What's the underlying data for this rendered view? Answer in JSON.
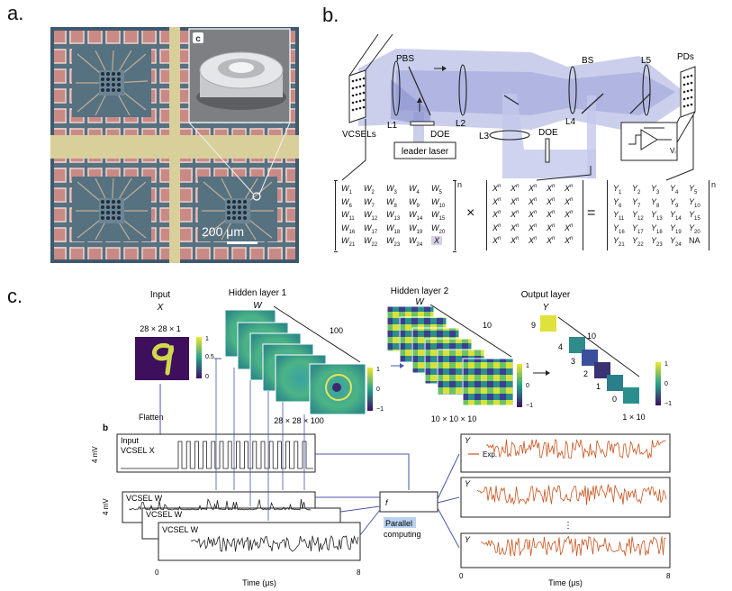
{
  "panel_labels": {
    "a": "a.",
    "b": "b.",
    "c": "c."
  },
  "panel_a": {
    "inset_letter": "c",
    "scale_bar": "200 μm"
  },
  "panel_b": {
    "labels": {
      "pbs": "PBS",
      "bs": "BS",
      "l5": "L5",
      "pds": "PDs",
      "vcsels": "VCSELs",
      "l1": "L1",
      "l2": "L2",
      "l3": "L3",
      "l4": "L4",
      "doe1": "DOE",
      "doe2": "DOE",
      "leader": "leader laser",
      "vi": "Vᵢ"
    },
    "weight_matrix": [
      [
        "W1",
        "W2",
        "W3",
        "W4",
        "W5"
      ],
      [
        "W6",
        "W7",
        "W8",
        "W9",
        "W10"
      ],
      [
        "W11",
        "W12",
        "W13",
        "W14",
        "W15"
      ],
      [
        "W16",
        "W17",
        "W18",
        "W19",
        "W20"
      ],
      [
        "W21",
        "W22",
        "W23",
        "W24",
        "X"
      ]
    ],
    "input_matrix_entry": "X",
    "input_matrix_sup": "n",
    "output_matrix": [
      [
        "Y1",
        "Y2",
        "Y3",
        "Y4",
        "Y5"
      ],
      [
        "Y6",
        "Y7",
        "Y8",
        "Y9",
        "Y10"
      ],
      [
        "Y11",
        "Y12",
        "Y13",
        "Y14",
        "Y15"
      ],
      [
        "Y16",
        "Y17",
        "Y18",
        "Y19",
        "Y20"
      ],
      [
        "Y21",
        "Y22",
        "Y23",
        "Y24",
        "NA"
      ]
    ],
    "times": "×",
    "equals": "=",
    "n": "n"
  },
  "panel_c": {
    "input_title": "Input",
    "input_var": "X",
    "input_dims": "28 × 28 × 1",
    "input_cbar": [
      "1",
      "0.5",
      "0"
    ],
    "hidden1_title": "Hidden layer 1",
    "hidden1_var": "W",
    "hidden1_count": "100",
    "hidden1_dims": "28 × 28 × 100",
    "hidden1_cbar": [
      "1",
      "0",
      "−1"
    ],
    "hidden2_title": "Hidden layer 2",
    "hidden2_var": "W",
    "hidden2_count": "10",
    "hidden2_dims": "10 × 10 × 10",
    "hidden2_cbar": [
      "1",
      "0",
      "−1"
    ],
    "output_title": "Output layer",
    "output_var": "Y",
    "output_count": "10",
    "output_digits": [
      "9",
      "4",
      "3",
      "2",
      "1",
      "0"
    ],
    "output_dims": "1 × 10",
    "output_cbar": [
      "1",
      "0",
      "−1"
    ],
    "flatten": "Flatten",
    "sub_b": "b",
    "input_vcsel_1": "Input",
    "input_vcsel_2": "VCSEL X",
    "vcsel_w100": "VCSEL W",
    "vcsel_w2": "VCSEL W",
    "vcsel_w1": "VCSEL W",
    "mv_label": "4 mV",
    "fnl": "f",
    "parallel": "Parallel",
    "computing": "computing",
    "y1": "Y",
    "y2": "Y",
    "y100": "Y",
    "exp": "Exp.",
    "time_label": "Time (μs)",
    "t0": "0",
    "t8": "8"
  }
}
